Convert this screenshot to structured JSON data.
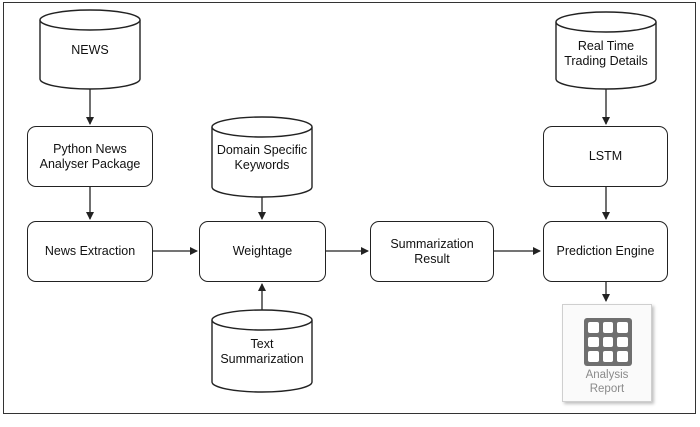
{
  "nodes": {
    "news": "NEWS",
    "python_news_analyser": "Python News\nAnalyser Package",
    "news_extraction": "News Extraction",
    "domain_keywords": "Domain Specific\nKeywords",
    "weightage": "Weightage",
    "text_summarization": "Text\nSummarization",
    "summarization_result": "Summarization\nResult",
    "real_time_trading": "Real Time\nTrading Details",
    "lstm": "LSTM",
    "prediction_engine": "Prediction Engine",
    "analysis_report": "Analysis\nReport"
  },
  "icons": {
    "analysis_report": "grid-table-icon"
  },
  "colors": {
    "stroke": "#222222",
    "report_icon": "#6f6f6f",
    "report_label": "#8a8a8a"
  }
}
